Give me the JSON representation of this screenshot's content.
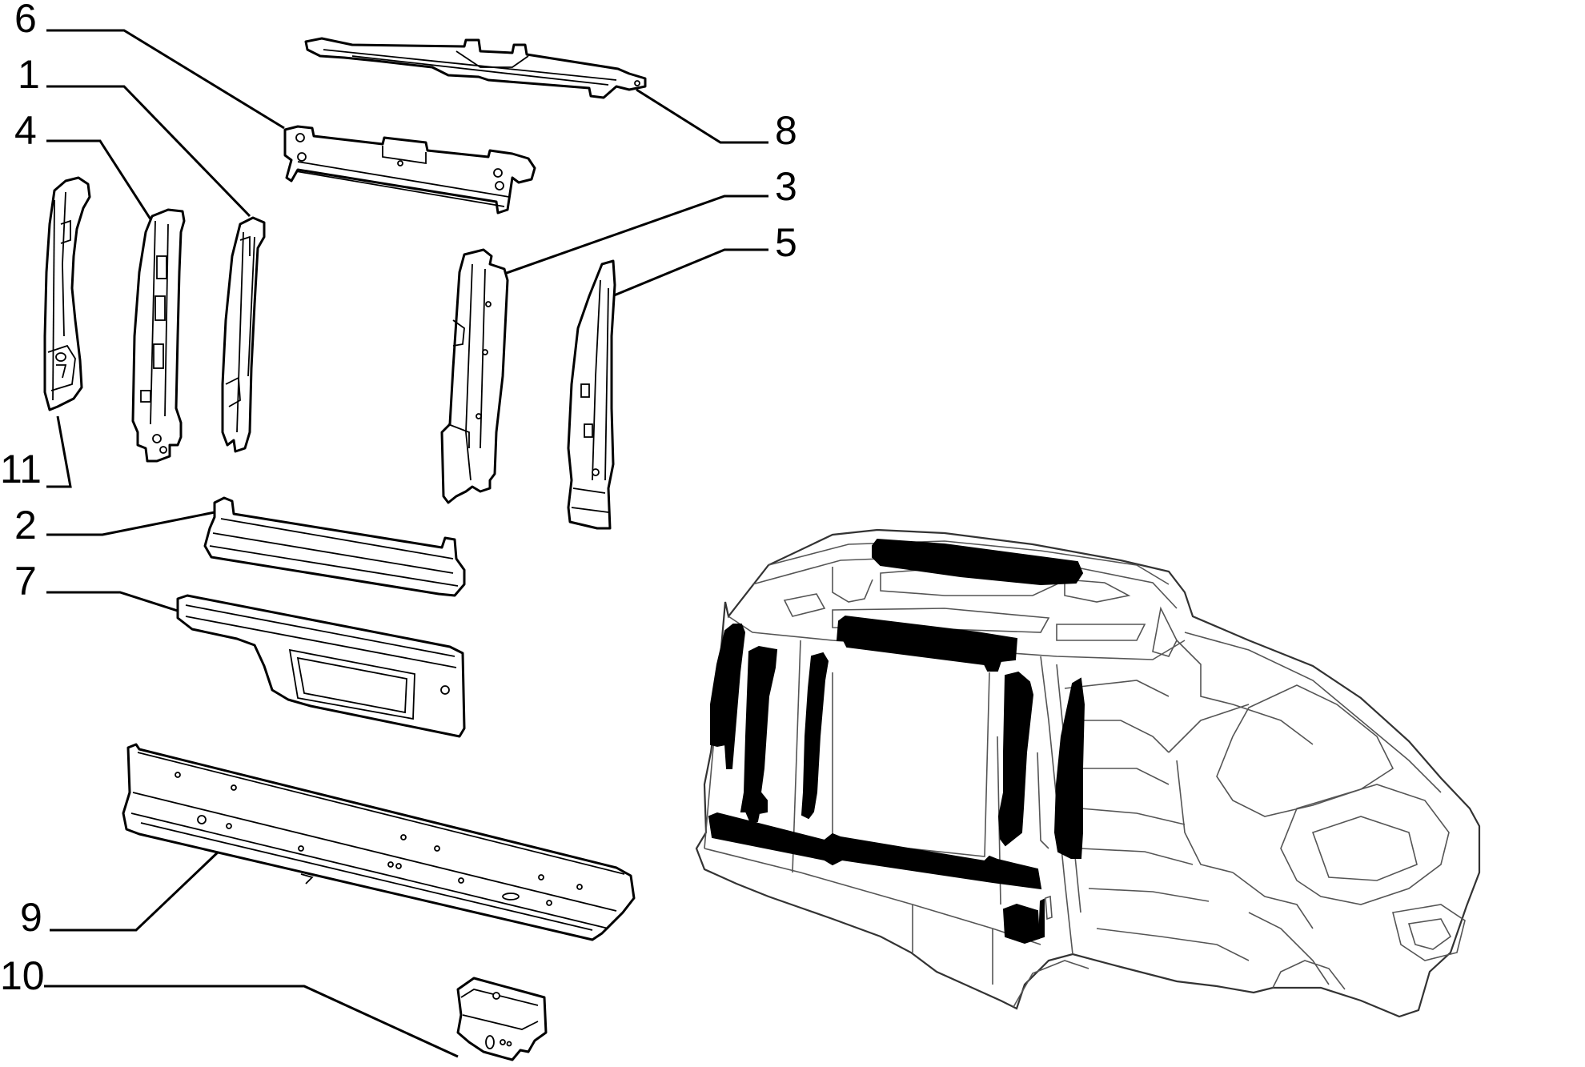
{
  "callouts": [
    {
      "id": "6",
      "label": "6"
    },
    {
      "id": "1",
      "label": "1"
    },
    {
      "id": "4",
      "label": "4"
    },
    {
      "id": "11",
      "label": "11"
    },
    {
      "id": "2",
      "label": "2"
    },
    {
      "id": "7",
      "label": "7"
    },
    {
      "id": "9",
      "label": "9"
    },
    {
      "id": "10",
      "label": "10"
    },
    {
      "id": "8",
      "label": "8"
    },
    {
      "id": "3",
      "label": "3"
    },
    {
      "id": "5",
      "label": "5"
    }
  ],
  "colors": {
    "ink": "#000000",
    "background": "#ffffff",
    "highlight": "#000000"
  }
}
